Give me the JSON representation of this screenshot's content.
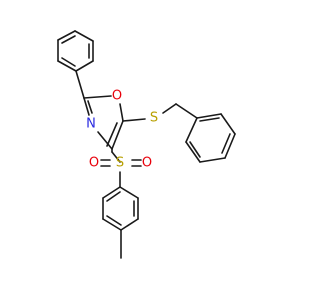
{
  "molecule": {
    "colors": {
      "bond": "#1a1a1a",
      "oxygen": "#e8000b",
      "nitrogen": "#2a2ae0",
      "sulfur": "#b8a000",
      "background": "#ffffff"
    },
    "atom_labels": {
      "ring_oxygen": "O",
      "ring_nitrogen": "N",
      "thioether_sulfur": "S",
      "sulfonyl_sulfur": "S",
      "sulfonyl_oxygen_left": "O",
      "sulfonyl_oxygen_right": "O"
    }
  }
}
